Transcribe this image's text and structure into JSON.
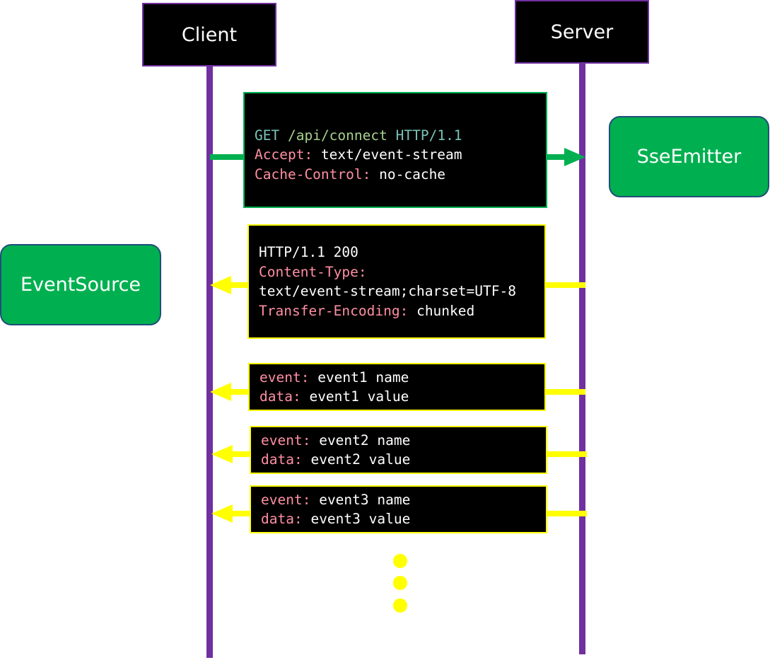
{
  "actors": {
    "client": "Client",
    "server": "Server"
  },
  "nodes": {
    "client_api": "EventSource",
    "server_api": "SseEmitter"
  },
  "request": {
    "method": "GET",
    "path": "/api/connect",
    "protocol": "HTTP/1.1",
    "headers": [
      {
        "key": "Accept:",
        "value": "text/event-stream"
      },
      {
        "key": "Cache-Control:",
        "value": "no-cache"
      }
    ]
  },
  "response": {
    "status_line": "HTTP/1.1 200",
    "content_type_key": "Content-Type:",
    "content_type_value": "text/event-stream;charset=UTF-8",
    "transfer_key": "Transfer-Encoding:",
    "transfer_value": "chunked"
  },
  "events": [
    {
      "event_key": "event:",
      "event_value": "event1 name",
      "data_key": "data:",
      "data_value": "event1 value"
    },
    {
      "event_key": "event:",
      "event_value": "event2 name",
      "data_key": "data:",
      "data_value": "event2 value"
    },
    {
      "event_key": "event:",
      "event_value": "event3 name",
      "data_key": "data:",
      "data_value": "event3 value"
    }
  ],
  "colors": {
    "lifeline": "#7030a0",
    "request": "#00b050",
    "response": "#ffff00",
    "node_fill": "#00b050",
    "header_key": "#ff8fa3"
  }
}
